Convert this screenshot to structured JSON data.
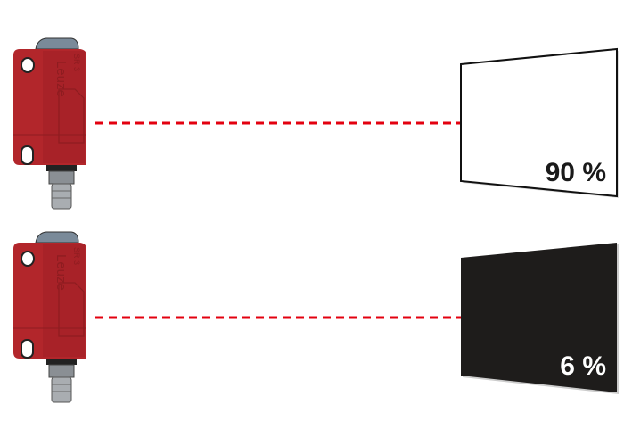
{
  "sensors": [
    {
      "brand_logo": "Leuze",
      "model_marking": "SR 3"
    },
    {
      "brand_logo": "Leuze",
      "model_marking": "SR 3"
    }
  ],
  "targets": [
    {
      "reflectance": "90 %",
      "surface_color": "#ffffff",
      "text_color": "#1a1a1a"
    },
    {
      "reflectance": "6 %",
      "surface_color": "#1e1c1b",
      "text_color": "#ffffff"
    }
  ],
  "colors": {
    "beam": "#e3000f",
    "sensor_body": "#b2262b"
  }
}
